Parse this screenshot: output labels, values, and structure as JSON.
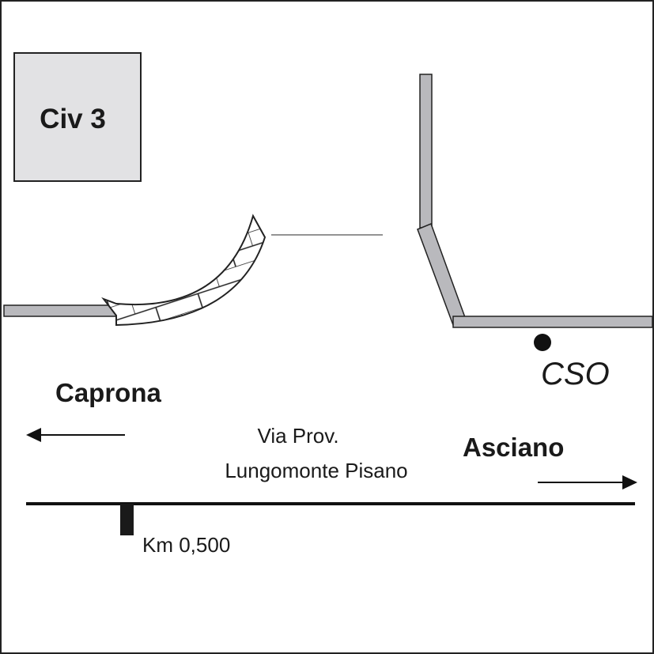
{
  "building": {
    "label": "Civ 3"
  },
  "point": {
    "label": "CSO"
  },
  "directions": {
    "left": {
      "label": "Caprona"
    },
    "right": {
      "label": "Asciano"
    }
  },
  "road": {
    "line1": "Via Prov.",
    "line2": "Lungomonte Pisano"
  },
  "marker": {
    "label": "Km 0,500"
  },
  "colors": {
    "wall": "#b9b9bd",
    "building": "#e2e2e4",
    "stroke": "#1a1a1a"
  }
}
